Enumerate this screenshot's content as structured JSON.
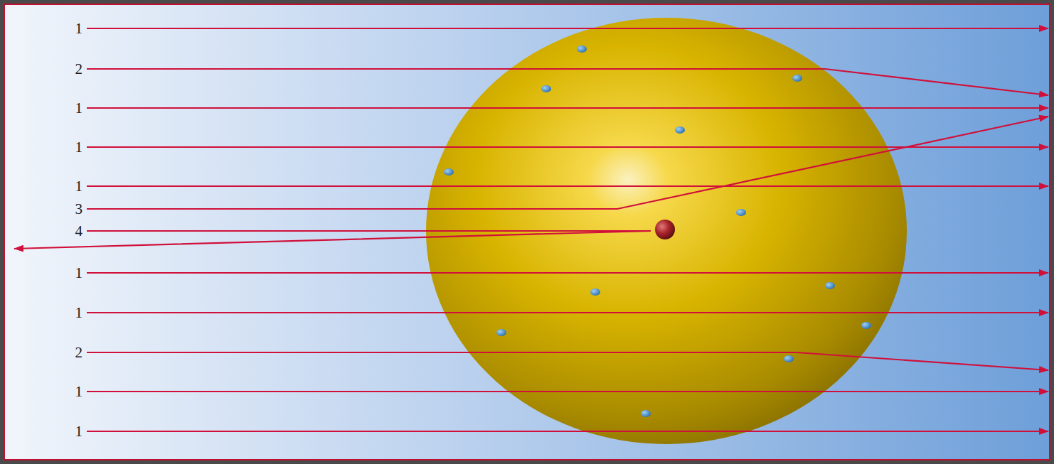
{
  "diagram": {
    "labels": [
      "1",
      "2",
      "1",
      "1",
      "1",
      "3",
      "4",
      "1",
      "1",
      "2",
      "1",
      "1"
    ]
  }
}
